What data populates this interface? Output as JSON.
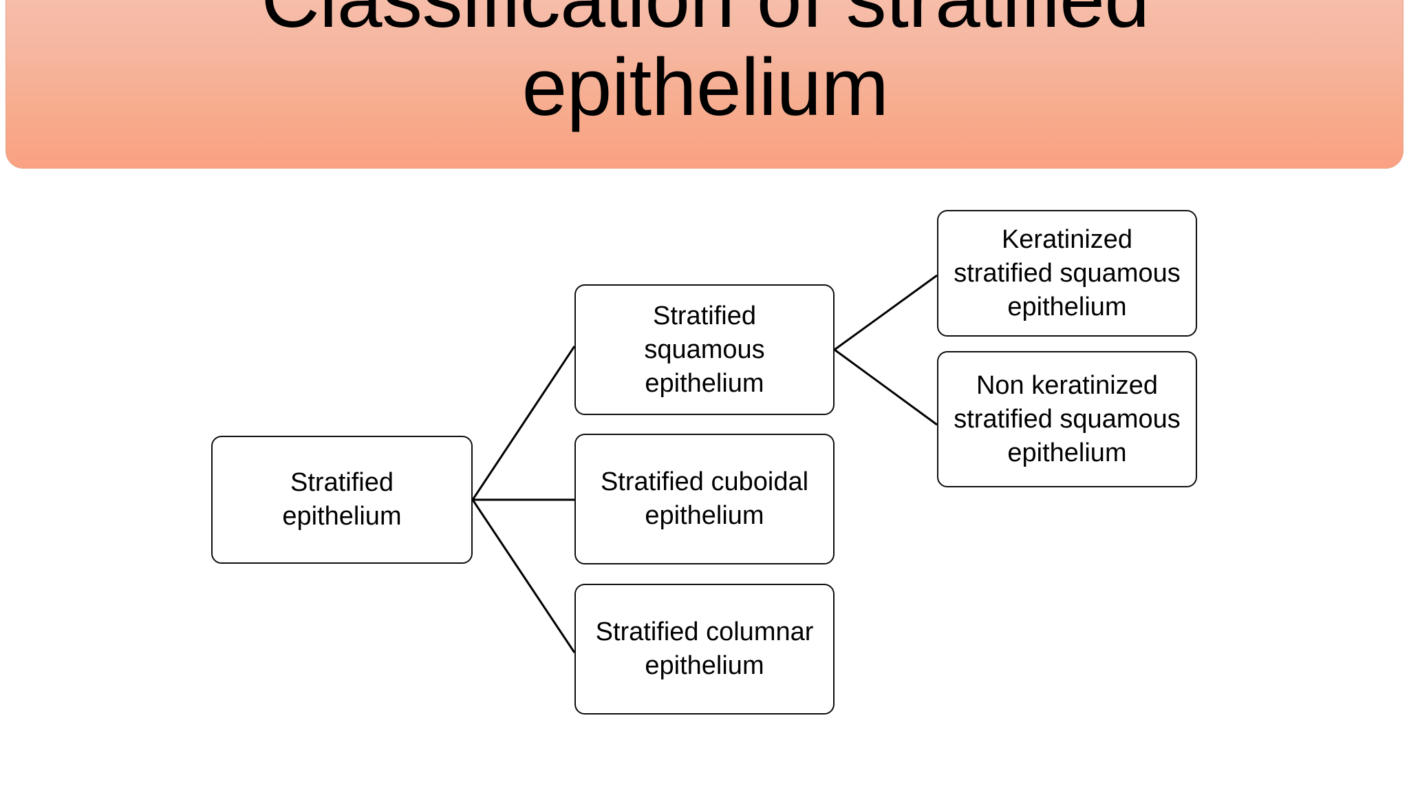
{
  "slide": {
    "title": "Classification of stratified\nepithelium",
    "background_color": "#ffffff"
  },
  "banner": {
    "gradient_top_color": "#f7c0ac",
    "gradient_bottom_color": "#faa182",
    "border_color": "#e8a184"
  },
  "diagram": {
    "type": "tree",
    "node_border_color": "#0d0d0d",
    "node_fill_color": "#ffffff",
    "connector_color": "#000000",
    "nodes": [
      {
        "id": "root",
        "label": "Stratified\nepithelium",
        "level": 1
      },
      {
        "id": "squamous",
        "label": "Stratified\nsquamous\nepithelium",
        "level": 2
      },
      {
        "id": "cuboidal",
        "label": "Stratified cuboidal\nepithelium",
        "level": 2
      },
      {
        "id": "columnar",
        "label": "Stratified columnar\nepithelium",
        "level": 2
      },
      {
        "id": "keratinized",
        "label": "Keratinized\nstratified squamous\nepithelium",
        "level": 3
      },
      {
        "id": "nonkeratinized",
        "label": "Non keratinized\nstratified squamous\nepithelium",
        "level": 3
      }
    ],
    "edges": [
      {
        "from": "root",
        "to": "squamous"
      },
      {
        "from": "root",
        "to": "cuboidal"
      },
      {
        "from": "root",
        "to": "columnar"
      },
      {
        "from": "squamous",
        "to": "keratinized"
      },
      {
        "from": "squamous",
        "to": "nonkeratinized"
      }
    ]
  }
}
